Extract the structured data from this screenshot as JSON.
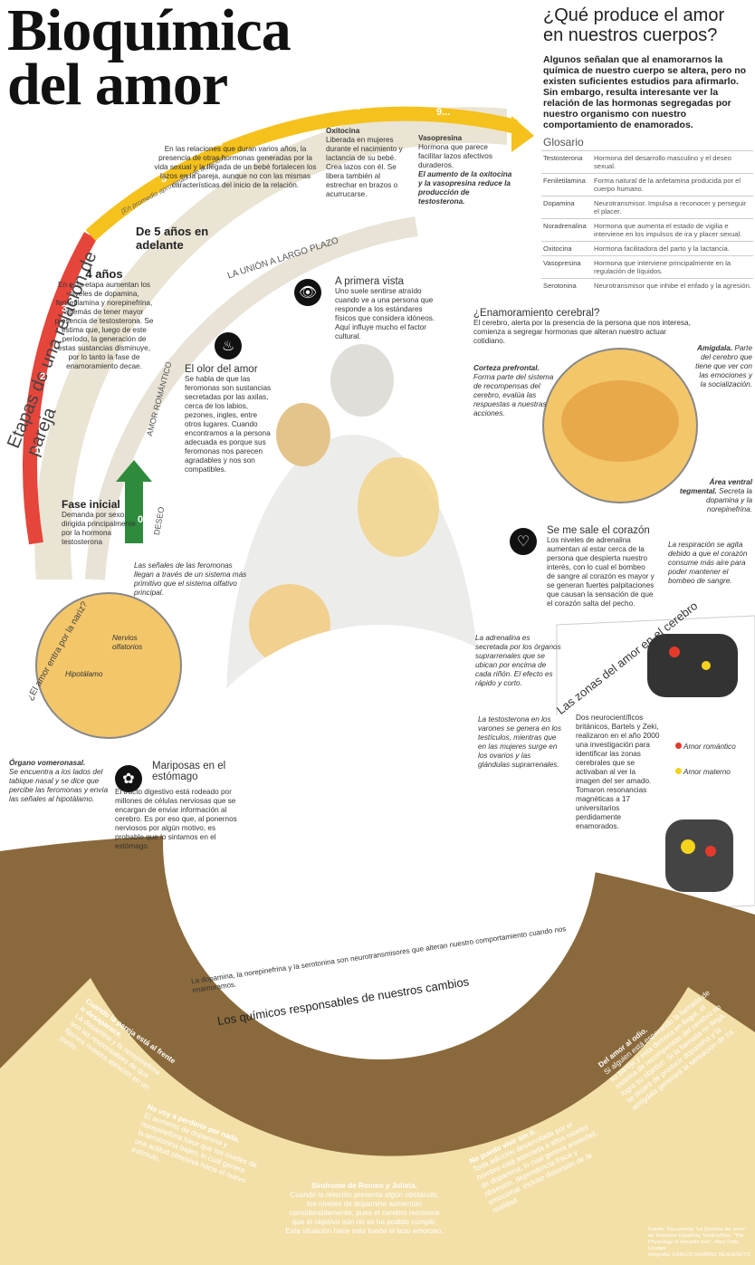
{
  "header": {
    "title_line1": "Bioquímica",
    "title_line2": "del amor"
  },
  "question": {
    "title_line1": "¿Qué produce el amor",
    "title_line2": "en nuestros cuerpos?",
    "intro": "Algunos señalan que al enamorarnos la química de nuestro cuerpo se altera, pero no existen suficientes estudios para afirmarlo. Sin embargo, resulta interesante ver la relación de las hormonas segregadas por nuestro organismo con nuestro comportamiento de enamorados."
  },
  "glossary": {
    "title": "Glosario",
    "rows": [
      {
        "term": "Testosterona",
        "def": "Hormona del desarrollo masculino y el deseo sexual."
      },
      {
        "term": "Feniletilamina",
        "def": "Forma natural de la anfetamina producida por el cuerpo humano."
      },
      {
        "term": "Dopamina",
        "def": "Neurotransmisor. Impulsa a reconocer y perseguir el placer."
      },
      {
        "term": "Noradrenalina",
        "def": "Hormona que aumenta el estado de vigilia e interviene en los impulsos de ira y placer sexual."
      },
      {
        "term": "Oxitocina",
        "def": "Hormona facilitadora del parto y la lactancia."
      },
      {
        "term": "Vasopresina",
        "def": "Hormona que interviene principalmente en la regulación de líquidos."
      },
      {
        "term": "Serotonina",
        "def": "Neurotransmisor que inhibe el enfado y la agresión."
      }
    ]
  },
  "stages": {
    "title": "Etapas de una relación de pareja",
    "subtitle": "(En promedio aproximado de duración)",
    "ticks": [
      "0",
      "1",
      "2",
      "3",
      "4",
      "5",
      "6",
      "7",
      "8",
      "9..."
    ],
    "arc_labels": {
      "deseo": "DESEO",
      "romantico": "AMOR  ROMÁNTICO",
      "largo": "LA UNIÓN A LARGO PLAZO"
    },
    "fase_title": "Fase inicial",
    "fase_text": "Demanda por sexo, dirigida principalmente por la hormona testosterona",
    "four_title": "4 años",
    "four_text": "En esta etapa aumentan los niveles de dopamina, feniletilamina y norepinefrina, además de tener mayor presencia de testosterona. Se estima que, luego de este período, la generación de estas sustancias disminuye, por lo tanto la fase de enamoramiento decae.",
    "five_title": "De 5 años en adelante",
    "five_text": "En las relaciones que duran varios años, la presencia de otras hormonas generadas por la vida sexual y la llegada de un bebé fortalecen los lazos en la pareja, aunque no con las mismas características del inicio de la relación.",
    "oxi_title": "Oxitocina",
    "oxi_text": "Liberada en mujeres durante el nacimiento y lactancia de su bebé. Crea lazos con él. Se libera también al estrechar en brazos o acurrucarse.",
    "vaso_title": "Vasopresina",
    "vaso_text": "Hormona que parece facilitar lazos afectivos duraderos.",
    "vaso_note": "El aumento de la oxitocina y la vasopresina reduce la producción de testosterona."
  },
  "primera_vista": {
    "title": "A primera vista",
    "text": "Uno suele sentirse atraído cuando ve a una persona que responde a los estándares físicos que considera idóneos. Aquí influye mucho el factor cultural."
  },
  "olor": {
    "title": "El olor del amor",
    "text": "Se habla de que las feromonas son sustancias secretadas por las axilas, cerca de los labios, pezones, ingles, entre otros lugares. Cuando encontramos a la persona adecuada es porque sus feromonas nos parecen agradables y nos son compatibles."
  },
  "cerebral": {
    "title": "¿Enamoramiento cerebral?",
    "text": "El cerebro, alerta por la presencia de la persona que nos interesa, comienza a segregar hormonas que alteran nuestro actuar cotidiano.",
    "corteza_title": "Corteza prefrontal.",
    "corteza_text": "Forma parte del sistema de recompensas del cerebro, evalúa las respuestas a nuestras acciones.",
    "amigdala_title": "Amígdala.",
    "amigdala_text": "Parte del cerebro que tiene que ver con las emociones y la socialización.",
    "area_title": "Área ventral tegmental.",
    "area_text": "Secreta la dopamina y la norepinefrina."
  },
  "corazon": {
    "title": "Se me sale el corazón",
    "text": "Los niveles de adrenalina aumentan al estar cerca de la persona que despierta nuestro interés, con lo cual el bombeo de sangre al corazón es mayor y se generan fuertes palpitaciones que causan la sensación de que el corazón salta del pecho.",
    "note": "La respiración se agita debido a que el corazón consume más aire para poder mantener el bombeo de sangre."
  },
  "nariz": {
    "title": "¿El amor entra por la nariz?",
    "text": "Las señales de las feromonas llegan a través de un sistema más primitivo que el sistema olfativo principal.",
    "label_nervios": "Nervios olfatorios",
    "label_hipo": "Hipotálamo",
    "organo_title": "Órgano vomeronasal.",
    "organo_text": "Se encuentra a los lados del tabique nasal y se dice que percibe las feromonas y envía las señales al hipotálamo."
  },
  "adrenalina": {
    "text": "La adrenalina es secretada por los órganos suprarrenales que se ubican por encima de cada riñón. El efecto es rápido y corto."
  },
  "testosterona": {
    "text": "La testosterona en los varones se genera en los testículos, mientras que en las mujeres surge en los ovarios y las glándulas suprarrenales."
  },
  "mariposas": {
    "title": "Mariposas en el estómago",
    "text": "El tracto digestivo está rodeado por millones de células nerviosas que se encargan de enviar información al cerebro. Es por eso que, al ponernos nerviosos por algún motivo, es probable que lo sintamos en el estómago."
  },
  "zonas": {
    "title": "Las zonas del amor en el cerebro",
    "text": "Dos neurocientíficos británicos, Bartels y Zeki, realizaron en el año 2000 una investigación para identificar las zonas cerebrales que se activaban al ver la imagen del ser amado. Tomaron resonancias magnéticas a 17 universitarios perdidamente enamorados.",
    "legend_romantico": "Amor romántico",
    "legend_materno": "Amor materno"
  },
  "quimicos": {
    "title": "Los químicos responsables de nuestros cambios",
    "subtitle": "La dopamina, la norepinefrina y la serotonina son neurotransmisores que alteran nuestro comportamiento cuando nos enamoramos."
  },
  "cards": [
    {
      "title": "Cuando la pareja está al frente o desaparece.",
      "text": "La dopamina y la norepinefrina son las responsables de que fijemos nuestra atención en un punto."
    },
    {
      "title": "No voy a perderte por nada.",
      "text": "El aumento de dopamina y norepinefrina hace que los niveles de la serotonina bajen, lo cual genera una actitud obsesiva hacia el nuevo estímulo."
    },
    {
      "title": "Síndrome de Romeo y Julieta.",
      "text": "Cuando la relación presenta algún obstáculo, los niveles de dopamina aumentan considerablemente, pues el cerebro reconoce que el objetivo aún no se ha podido cumplir. Esta situación hace más fuerte el lazo amoroso."
    },
    {
      "title": "No puedo vivir sin ti.",
      "text": "Toda adicción desarrollada por el hombre está asociada a altos niveles de dopamina, lo cual genera ansiedad, obsesión, dependencia física y emocional, incluso distorsión de la realidad."
    },
    {
      "title": "Del amor al odio.",
      "text": "Si alguien está esperando la llamada de su pareja y esta demora en llegar, el sistema de recompensas del cerebro no logra su objetivo. Si la llamada no llega, se dejará de producir dopamina y la amígdala generará la sensación de ira."
    }
  ],
  "source": {
    "text": "Fuente: Documental \"La Química del amor\" de Televisión Española; MedlinePlus; \"The Physiology of romantic love\", Mary Petty Crudger",
    "credit": "Infografía: CARLOS RAMÍREZ BENVENUTO"
  },
  "colors": {
    "arc_yellow": "#f5c11c",
    "arc_red": "#e5453a",
    "arc_green": "#2e8b3c",
    "beige": "#e5dfcf",
    "brown": "#8a6a3c",
    "card_cream": "#f3dfa8"
  }
}
